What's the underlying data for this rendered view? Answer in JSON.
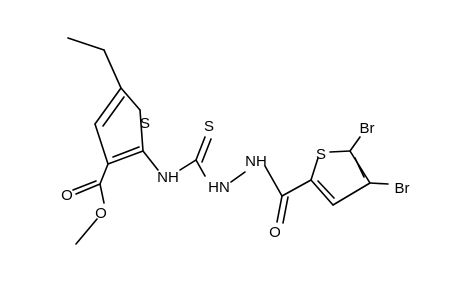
{
  "atoms": {
    "s_left_ring": "S",
    "s_thione": "S",
    "s_right_ring": "S",
    "br_5": "Br",
    "br_4": "Br",
    "nh_amide_left": "NH",
    "hn_hydrazine": "HN",
    "nh_hydrazine": "NH",
    "o_ester_carbonyl": "O",
    "o_ester_ether": "O",
    "o_amide": "O"
  }
}
